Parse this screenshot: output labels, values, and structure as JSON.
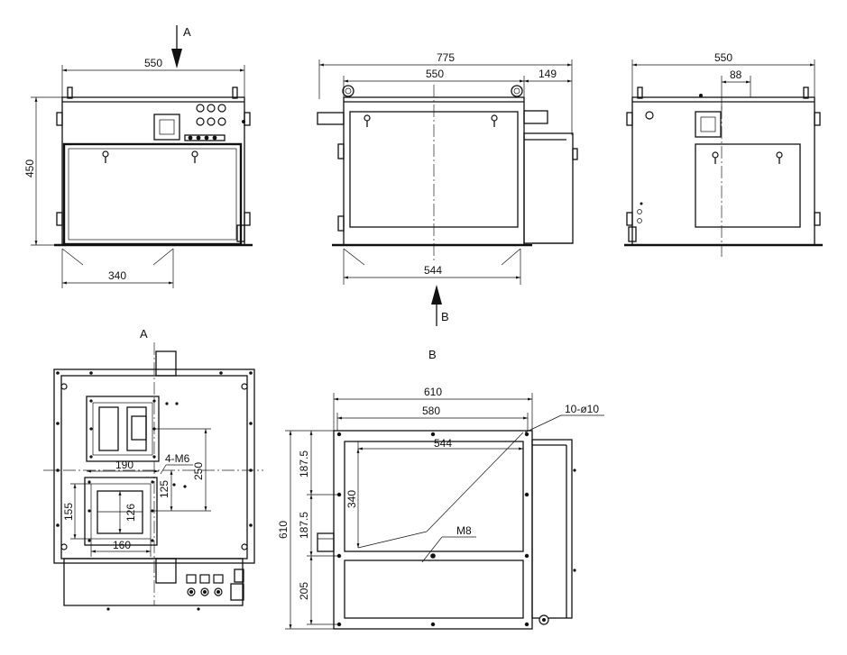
{
  "views": {
    "front_view": {
      "view_marker": "A",
      "dim_width": "550",
      "dim_height": "450",
      "dim_bottom": "340"
    },
    "side_view": {
      "dim_total": "775",
      "dim_550": "550",
      "dim_149": "149",
      "dim_544": "544",
      "view_marker": "B"
    },
    "rear_view": {
      "dim_width": "550",
      "dim_88": "88"
    },
    "view_a": {
      "title": "A",
      "dim_190": "190",
      "dim_4m6": "4-M6",
      "dim_250": "250",
      "dim_125": "125",
      "dim_155": "155",
      "dim_126": "126",
      "dim_160": "160"
    },
    "view_b": {
      "title": "B",
      "dim_610_top": "610",
      "dim_580": "580",
      "dim_544": "544",
      "dim_holes": "10-ø10",
      "dim_187_5_a": "187.5",
      "dim_187_5_b": "187.5",
      "dim_340": "340",
      "dim_610_left": "610",
      "dim_205": "205",
      "dim_m8": "M8"
    }
  }
}
